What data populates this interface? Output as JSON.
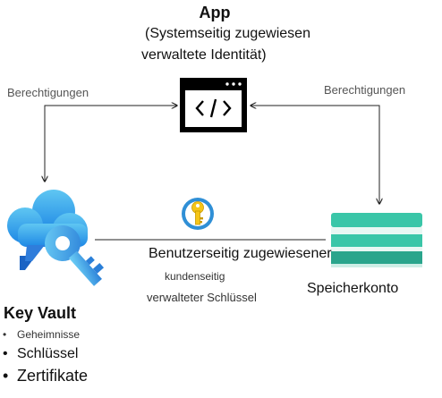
{
  "app": {
    "title": "App",
    "subtitle_line1": "(Systemseitig zugewiesen",
    "subtitle_line2": "verwaltete Identität)",
    "icon": "code-window-icon"
  },
  "permissions": {
    "left": "Berechtigungen",
    "right": "Berechtigungen"
  },
  "managed_identity": {
    "title": "Benutzerseitig zugewiesener",
    "cmk_line1": "kundenseitig",
    "cmk_line2": "verwalteter Schlüssel",
    "icon": "key-badge-icon",
    "badge_color": "#2f8fd6",
    "key_color": "#f5c518"
  },
  "storage": {
    "label": "Speicherkonto",
    "icon": "storage-account-icon",
    "color": "#3ac6a8"
  },
  "key_vault": {
    "title": "Key Vault",
    "icon": "key-vault-icon",
    "items": [
      "Geheimnisse",
      "Schlüssel",
      "Zertifikate"
    ],
    "color": "#1e88e5"
  }
}
